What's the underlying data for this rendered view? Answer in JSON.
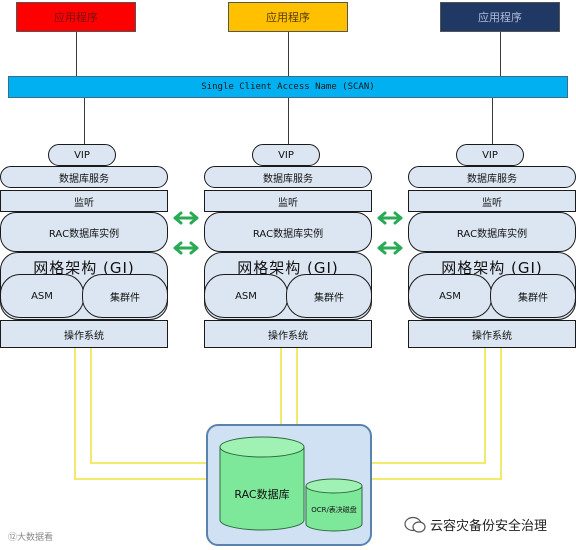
{
  "apps": [
    {
      "label": "应用程序",
      "color": "#ff0000",
      "text_color": "#7a1010"
    },
    {
      "label": "应用程序",
      "color": "#ffc000",
      "text_color": "#5a3c00"
    },
    {
      "label": "应用程序",
      "color": "#1f3864",
      "text_color": "#b0bcd8"
    }
  ],
  "scan": {
    "label": "Single Client Access Name (SCAN)"
  },
  "nodes": [
    {
      "vip": "VIP",
      "service": "数据库服务",
      "listener": "监听",
      "instance": "RAC数据库实例",
      "grid": "网格架构 (GI)",
      "asm": "ASM",
      "clusterware": "集群件",
      "os": "操作系统"
    },
    {
      "vip": "VIP",
      "service": "数据库服务",
      "listener": "监听",
      "instance": "RAC数据库实例",
      "grid": "网格架构 (GI)",
      "asm": "ASM",
      "clusterware": "集群件",
      "os": "操作系统"
    },
    {
      "vip": "VIP",
      "service": "数据库服务",
      "listener": "监听",
      "instance": "RAC数据库实例",
      "grid": "网格架构 (GI)",
      "asm": "ASM",
      "clusterware": "集群件",
      "os": "操作系统"
    }
  ],
  "storage": {
    "database": "RAC数据库",
    "voting": "OCR/表决磁盘"
  },
  "colors": {
    "node_fill": "#dce6f2",
    "interconnect": "#2aaa55",
    "storage_link": "#f2ea6a",
    "disk_fill": "#7ee89a"
  },
  "watermark": {
    "left": "⑫大数据看",
    "brand": "云容灾备份安全治理"
  }
}
